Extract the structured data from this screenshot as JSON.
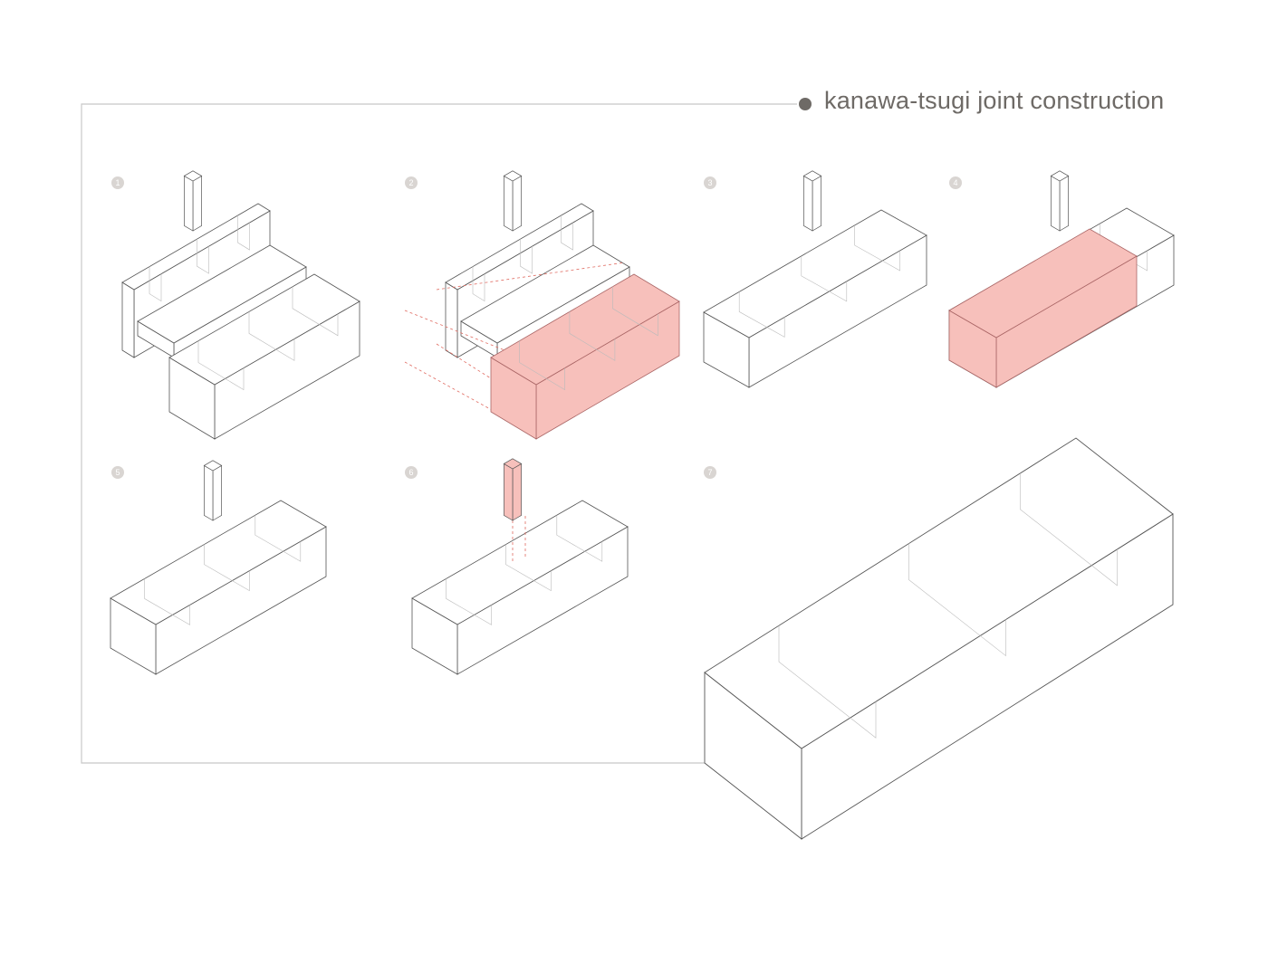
{
  "title": "kanawa-tsugi joint construction",
  "colors": {
    "highlight": "#f7c0bb",
    "highlight_stroke": "#e06a60",
    "line": "#555555",
    "frame": "#c8c8c8",
    "step_badge": "#d9d5d2"
  },
  "steps": [
    {
      "number": "1",
      "highlight": "none"
    },
    {
      "number": "2",
      "highlight": "lower-piece"
    },
    {
      "number": "3",
      "highlight": "none"
    },
    {
      "number": "4",
      "highlight": "front-piece"
    },
    {
      "number": "5",
      "highlight": "none"
    },
    {
      "number": "6",
      "highlight": "key-pin"
    },
    {
      "number": "7",
      "highlight": "none"
    }
  ]
}
